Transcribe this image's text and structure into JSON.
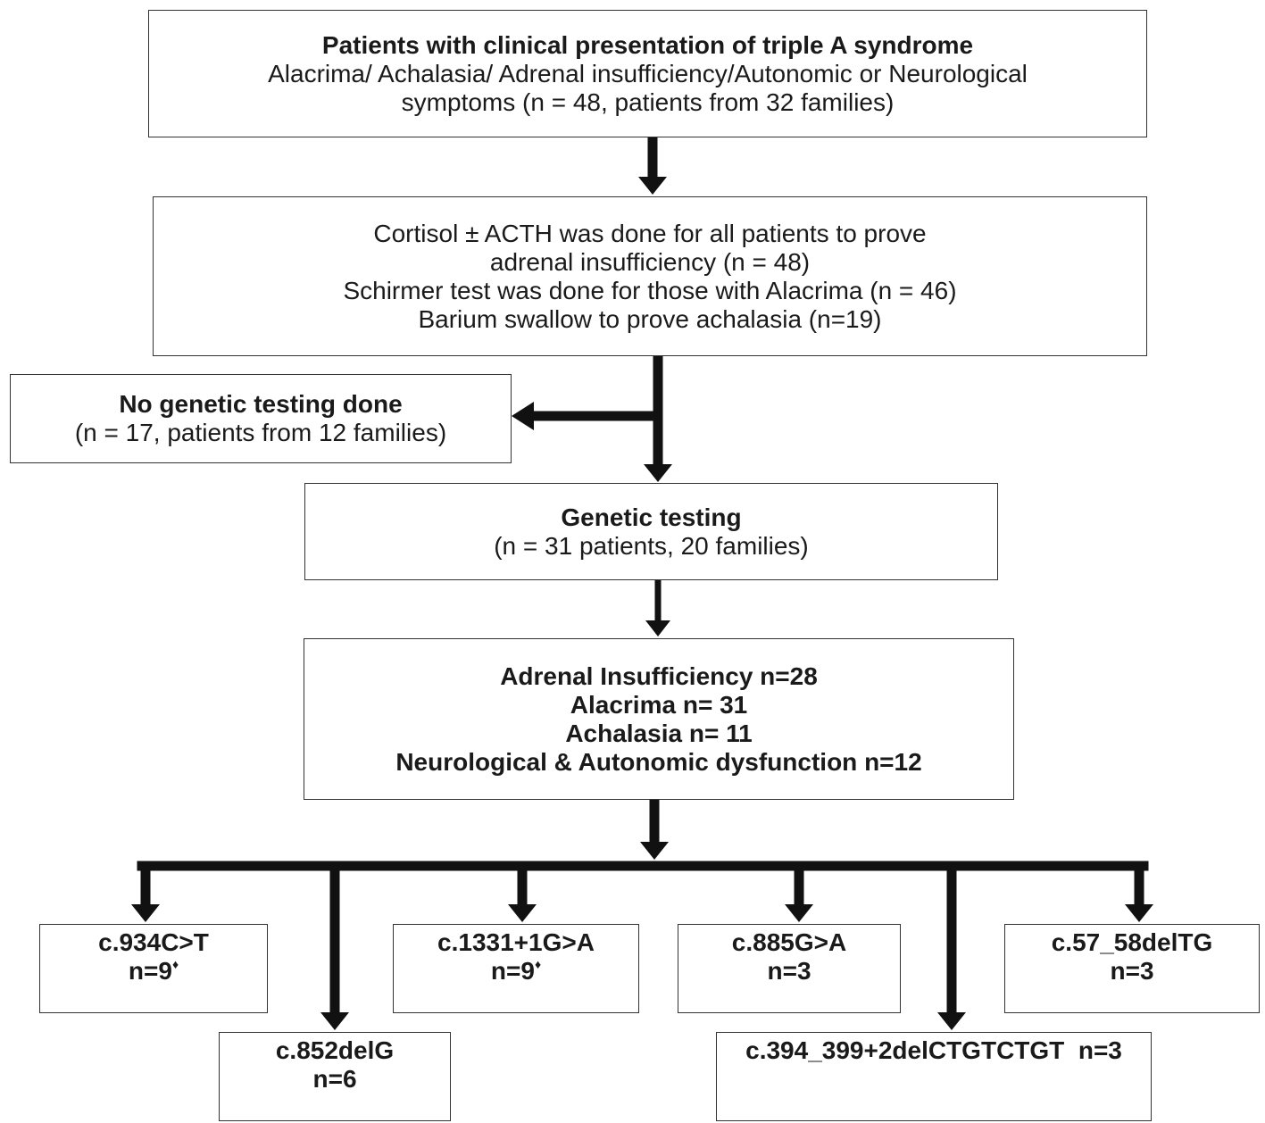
{
  "box1": {
    "title": "Patients with clinical presentation of triple A syndrome",
    "line2": "Alacrima/ Achalasia/ Adrenal insufficiency/Autonomic or Neurological",
    "line3": "symptoms (n = 48, patients from 32 families)"
  },
  "box2": {
    "line1": "Cortisol ± ACTH was done for all patients to prove",
    "line2": "adrenal insufficiency (n = 48)",
    "line3": "Schirmer test was done for those with Alacrima (n = 46)",
    "line4": "Barium swallow to prove achalasia (n=19)"
  },
  "no_testing": {
    "title": "No genetic testing done",
    "detail": "(n = 17, patients from 12 families)"
  },
  "genetic": {
    "title": "Genetic testing",
    "detail": "(n = 31 patients, 20 families)"
  },
  "phenotypes": {
    "line1": "Adrenal Insufficiency n=28",
    "line2": "Alacrima n= 31",
    "line3": "Achalasia n= 11",
    "line4": "Neurological & Autonomic dysfunction n=12"
  },
  "variants": [
    {
      "name": "c.934C>T",
      "count": "n=9",
      "mark": "♦"
    },
    {
      "name": "c.852delG",
      "count": "n=6",
      "mark": ""
    },
    {
      "name": "c.1331+1G>A",
      "count": "n=9",
      "mark": "♦"
    },
    {
      "name": "c.885G>A",
      "count": "n=3",
      "mark": ""
    },
    {
      "name": "c.394_399+2delCTGTCTGT",
      "count": "n=3",
      "mark": ""
    },
    {
      "name": "c.57_58delTG",
      "count": "n=3",
      "mark": ""
    }
  ]
}
